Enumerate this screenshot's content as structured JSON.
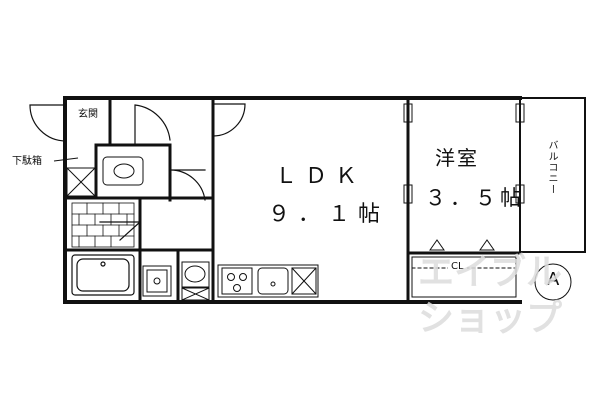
{
  "rooms": {
    "ldk_name": "ＬＤＫ",
    "ldk_size": "９．１帖",
    "western_name": "洋室",
    "western_size": "３．５帖"
  },
  "labels": {
    "entrance": "玄関",
    "shoe_box": "下駄箱",
    "balcony": "バルコニー",
    "closet": "CL"
  },
  "watermark": {
    "line1": "エイブル",
    "line2": "ショップ"
  },
  "compass": {
    "north_mark": "A"
  }
}
